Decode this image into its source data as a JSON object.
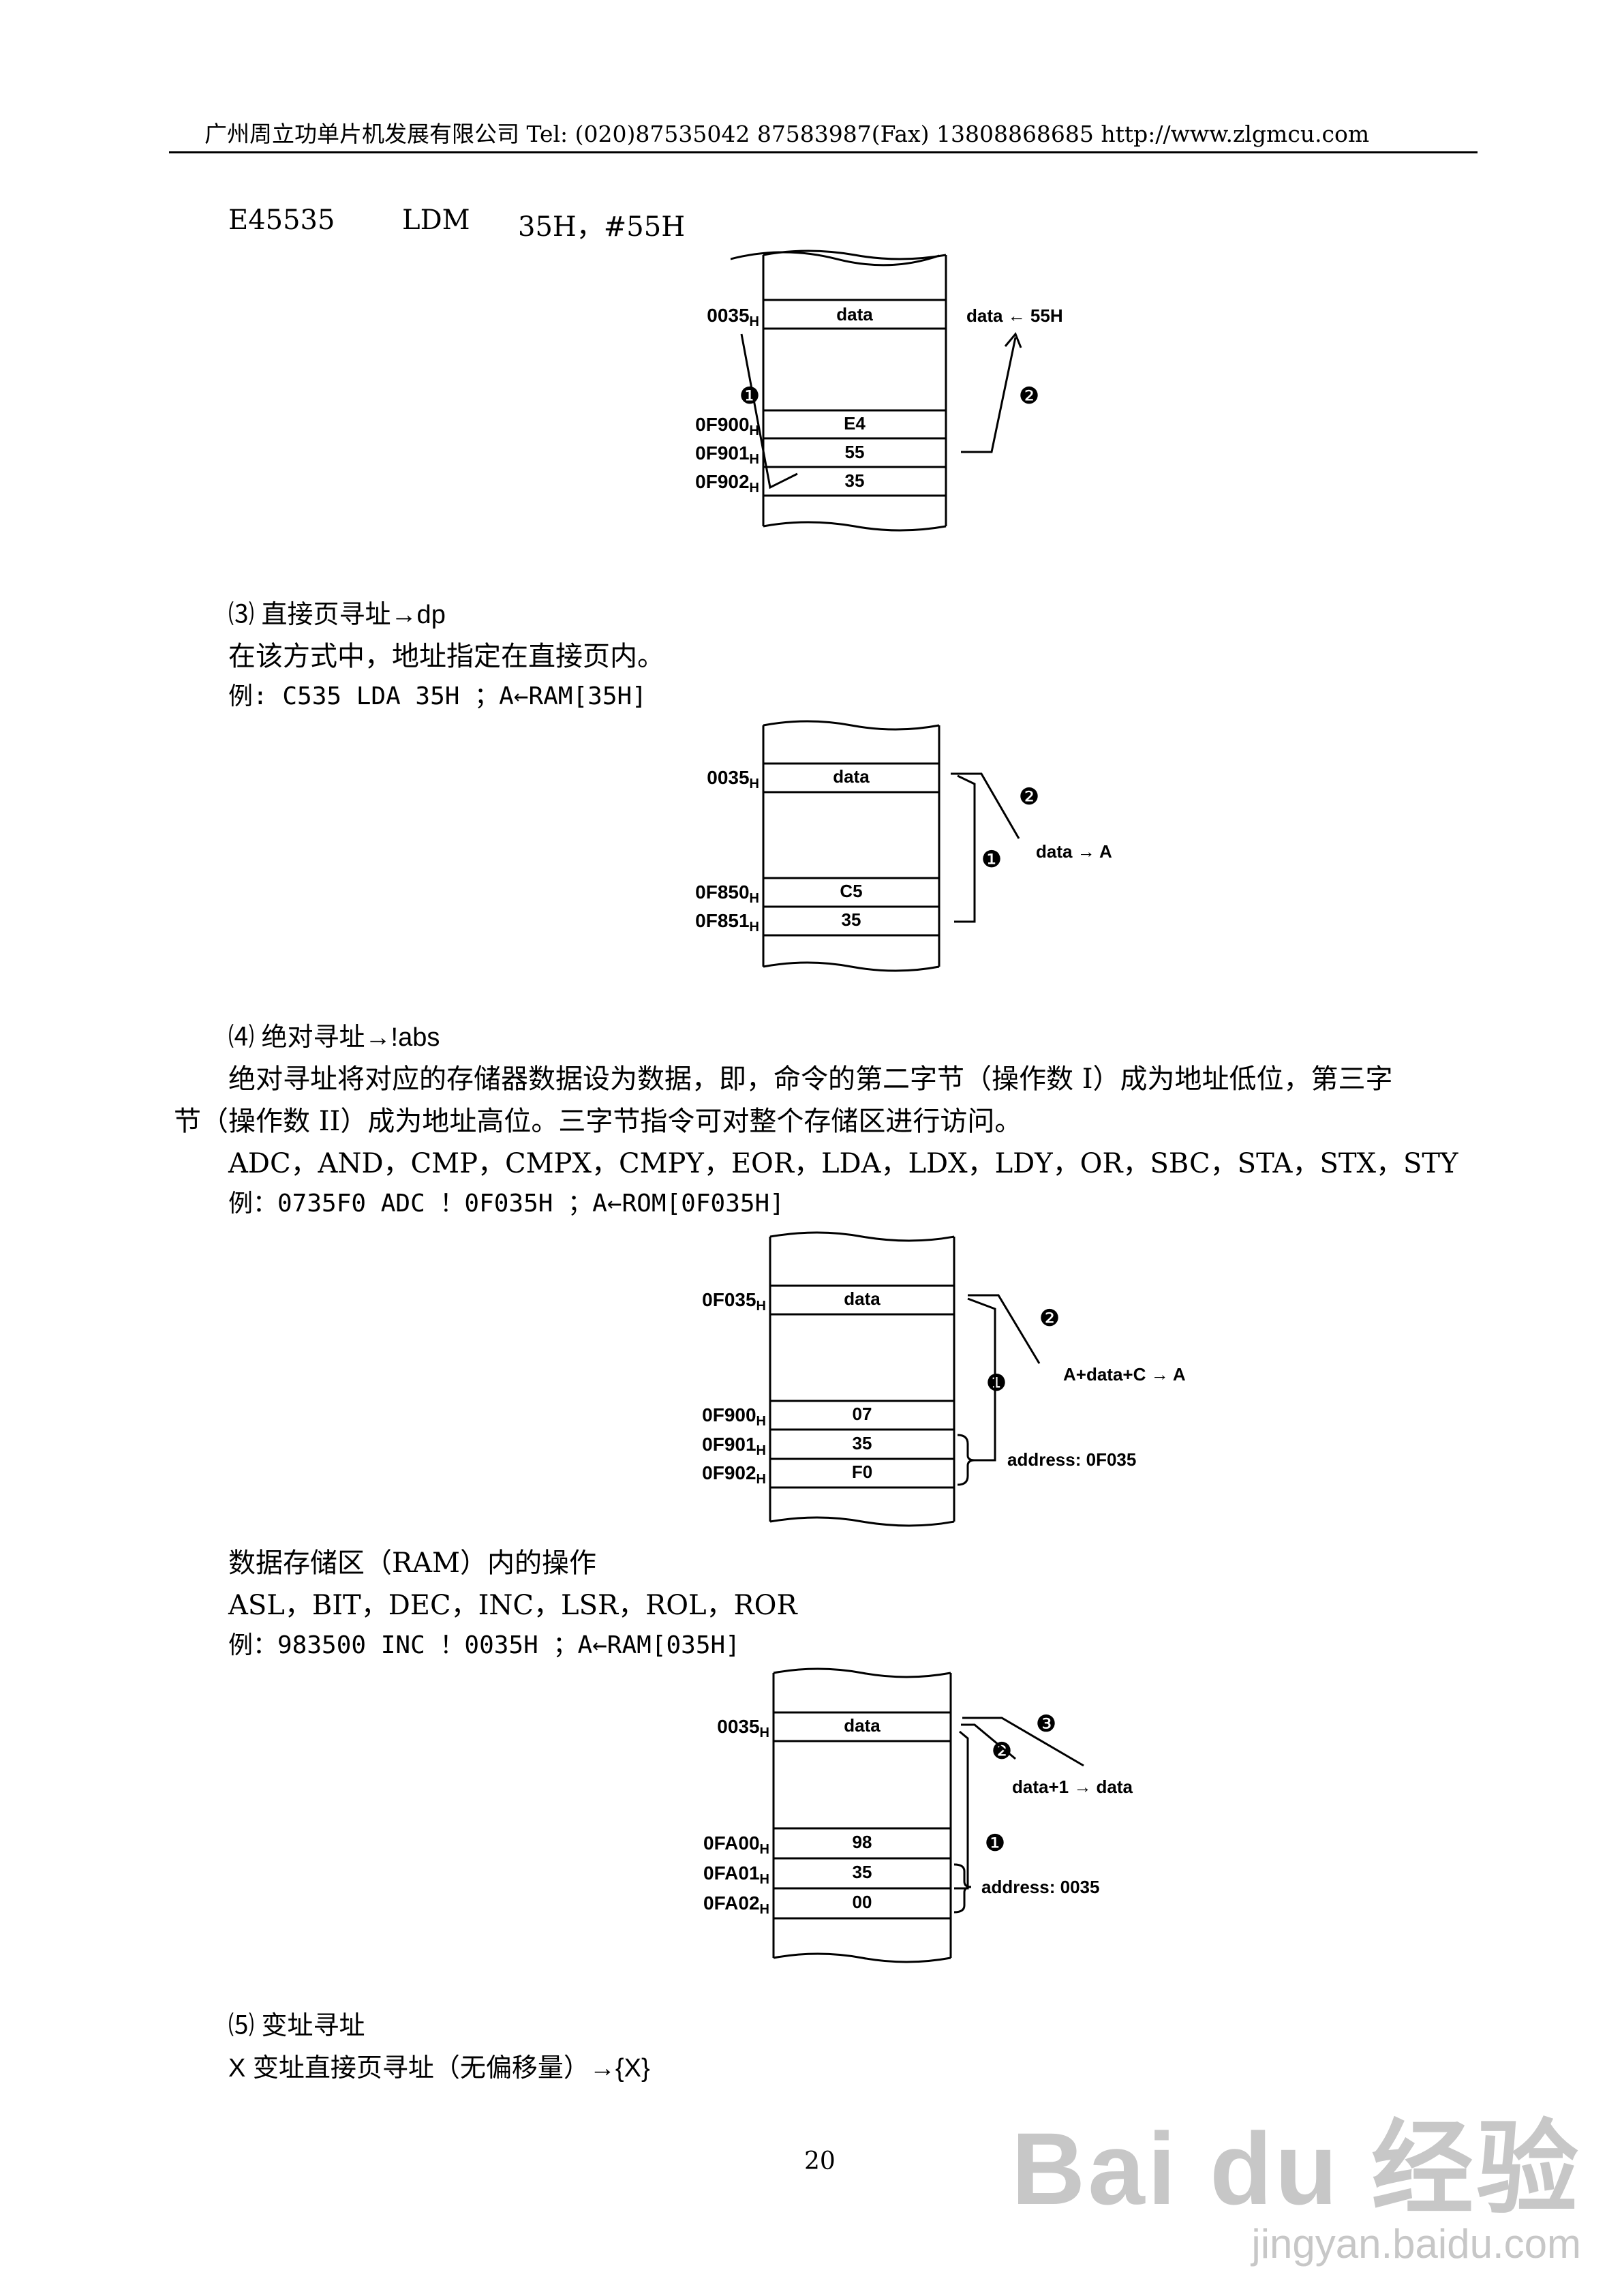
{
  "header": "广州周立功单片机发展有限公司    Tel: (020)87535042    87583987(Fax)    13808868685      http://www.zlgmcu.com",
  "example1": {
    "code": "E45535",
    "mnemonic": "LDM",
    "operand": "35H，#55H"
  },
  "diagram1": {
    "rows": [
      {
        "addr": "0035",
        "value": "data"
      },
      {
        "addr": "0F900",
        "value": "E4"
      },
      {
        "addr": "0F901",
        "value": "55"
      },
      {
        "addr": "0F902",
        "value": "35"
      }
    ],
    "step1": "❶",
    "step2": "❷",
    "note": "data ← 55H"
  },
  "section3": {
    "title": "⑶ 直接页寻址→dp",
    "desc": "在该方式中，地址指定在直接页内。",
    "example": "例:  C535   LDA     35H          ；A←RAM[35H]"
  },
  "diagram2": {
    "rows": [
      {
        "addr": "0035",
        "value": "data"
      },
      {
        "addr": "0F850",
        "value": "C5"
      },
      {
        "addr": "0F851",
        "value": "35"
      }
    ],
    "step1": "❶",
    "step2": "❷",
    "note": "data → A"
  },
  "section4": {
    "title": "⑷ 绝对寻址→!abs",
    "desc1": "绝对寻址将对应的存储器数据设为数据，即，命令的第二字节（操作数 I）成为地址低位，第三字",
    "desc2": "节（操作数 II）成为地址高位。三字节指令可对整个存储区进行访问。",
    "insn": "ADC，AND，CMP，CMPX，CMPY，EOR，LDA，LDX，LDY，OR，SBC，STA，STX，STY",
    "example": "例：0735F0  ADC    ！0F035H     ；A←ROM[0F035H]"
  },
  "diagram3": {
    "rows": [
      {
        "addr": "0F035",
        "value": "data"
      },
      {
        "addr": "0F900",
        "value": "07"
      },
      {
        "addr": "0F901",
        "value": "35"
      },
      {
        "addr": "0F902",
        "value": "F0"
      }
    ],
    "step1": "❶",
    "step2": "❷",
    "note": "A+data+C → A",
    "address_note": "address: 0F035"
  },
  "ram_ops": {
    "title": "数据存储区（RAM）内的操作",
    "insn": "ASL，BIT，DEC，INC，LSR，ROL，ROR",
    "example": "例：983500  INC     ！0035H      ；A←RAM[035H]"
  },
  "diagram4": {
    "rows": [
      {
        "addr": "0035",
        "value": "data"
      },
      {
        "addr": "0FA00",
        "value": "98"
      },
      {
        "addr": "0FA01",
        "value": "35"
      },
      {
        "addr": "0FA02",
        "value": "00"
      }
    ],
    "step1": "❶",
    "step2": "❷",
    "step3": "❸",
    "note": "data+1 → data",
    "address_note": "address: 0035"
  },
  "section5": {
    "title": "⑸ 变址寻址",
    "sub": "X 变址直接页寻址（无偏移量）→{X}"
  },
  "page_number": "20",
  "watermark": {
    "logo": "Bai du 经验",
    "url": "jingyan.baidu.com"
  }
}
